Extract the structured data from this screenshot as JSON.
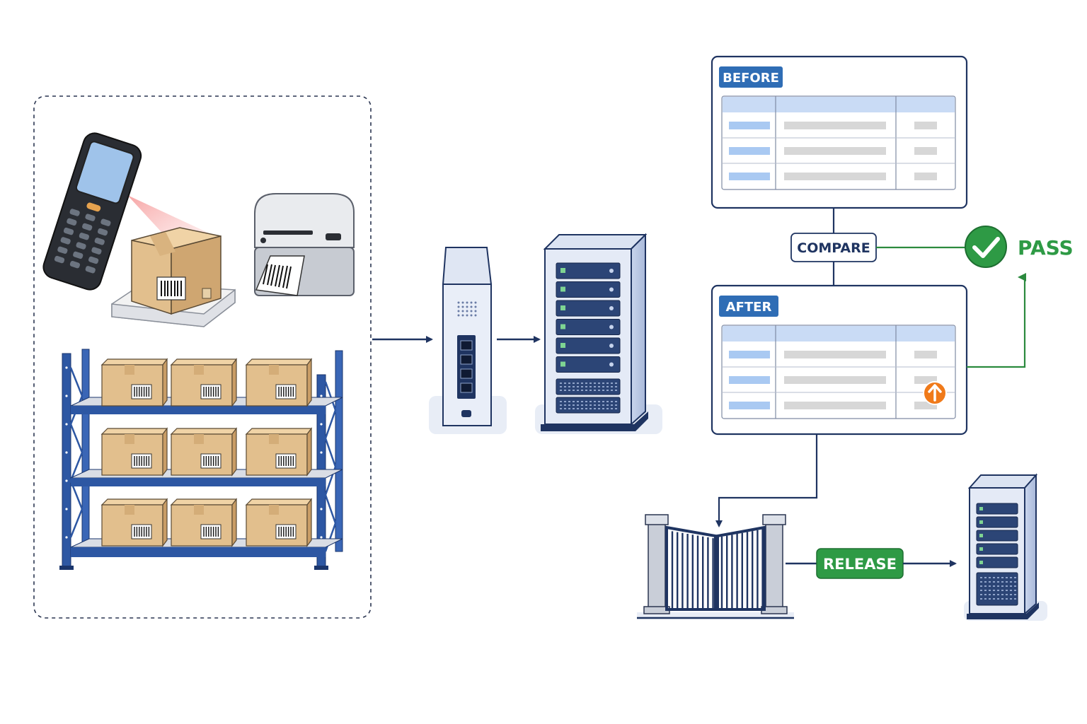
{
  "labels": {
    "before": "BEFORE",
    "after": "AFTER",
    "compare": "COMPARE",
    "pass": "PASS",
    "release": "RELEASE"
  },
  "colors": {
    "navy": "#1f3461",
    "blue_tag": "#2f6db5",
    "green": "#2e9a45",
    "green_line": "#2b8a3e",
    "orange": "#f07a1a",
    "rack_blue": "#2d57a3",
    "box_tan": "#e2bf8d",
    "header_blue": "#c9dbf5",
    "bar_blue": "#a9c9f2",
    "bar_gray": "#d7d7d7"
  },
  "icons": [
    "handheld-scanner-icon",
    "package-on-scale-icon",
    "label-printer-icon",
    "warehouse-shelf-icon",
    "network-switch-icon",
    "server-tower-icon",
    "check-icon",
    "up-arrow-badge-icon",
    "gate-icon",
    "destination-server-icon"
  ]
}
